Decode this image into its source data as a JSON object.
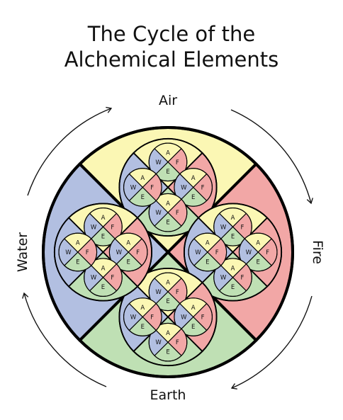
{
  "title": {
    "line1": "The Cycle of the",
    "line2": "Alchemical Elements"
  },
  "labels": {
    "air": "Air",
    "fire": "Fire",
    "earth": "Earth",
    "water": "Water"
  },
  "mini_letters": {
    "air": "A",
    "fire": "F",
    "earth": "E",
    "water": "W"
  },
  "colors": {
    "air": "#fbf7b4",
    "fire": "#f2a7a6",
    "earth": "#bfe0b4",
    "water": "#b2bfe1",
    "outline": "#000000"
  }
}
